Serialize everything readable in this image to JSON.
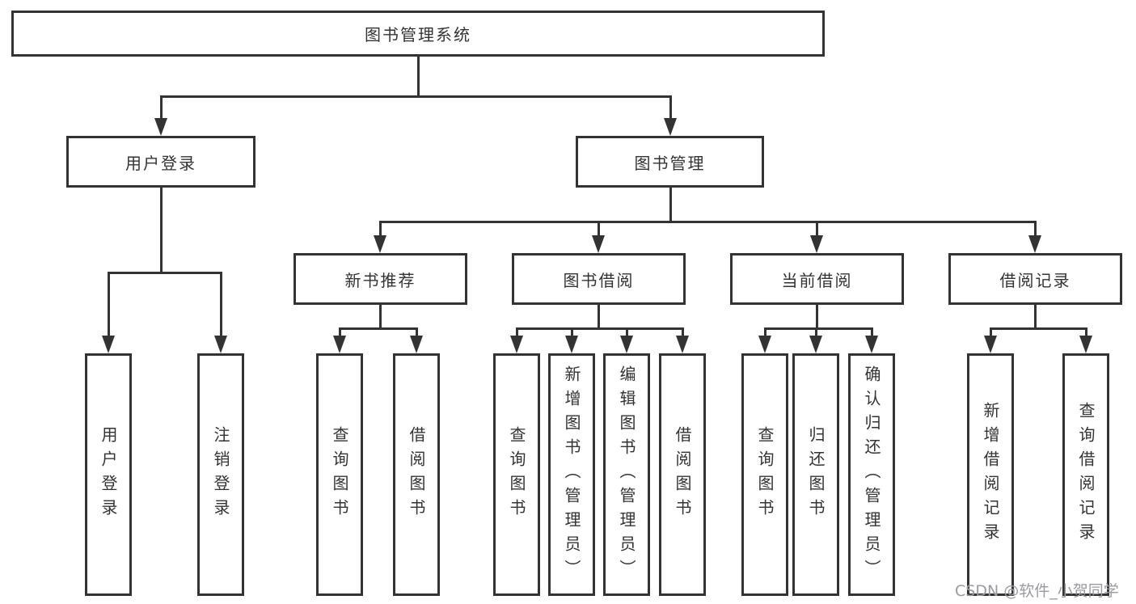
{
  "tree": {
    "label": "图书管理系统",
    "children": [
      {
        "label": "用户登录",
        "children": [
          {
            "label": "用户登录"
          },
          {
            "label": "注销登录"
          }
        ]
      },
      {
        "label": "图书管理",
        "children": [
          {
            "label": "新书推荐",
            "children": [
              {
                "label": "查询图书"
              },
              {
                "label": "借阅图书"
              }
            ]
          },
          {
            "label": "图书借阅",
            "children": [
              {
                "label": "查询图书"
              },
              {
                "label": "新增图书（管理员）"
              },
              {
                "label": "编辑图书（管理员）"
              },
              {
                "label": "借阅图书"
              }
            ]
          },
          {
            "label": "当前借阅",
            "children": [
              {
                "label": "查询图书"
              },
              {
                "label": "归还图书"
              },
              {
                "label": "确认归还（管理员）"
              }
            ]
          },
          {
            "label": "借阅记录",
            "children": [
              {
                "label": "新增借阅记录"
              },
              {
                "label": "查询借阅记录"
              }
            ]
          }
        ]
      }
    ]
  },
  "watermark": {
    "text": "CSDN @软件_小贺同学"
  },
  "colors": {
    "line": "#333333",
    "box_border": "#333333",
    "box_background": "#ffffff",
    "text": "#333333",
    "watermark_text": "#9a9aa0",
    "background": "#ffffff"
  }
}
